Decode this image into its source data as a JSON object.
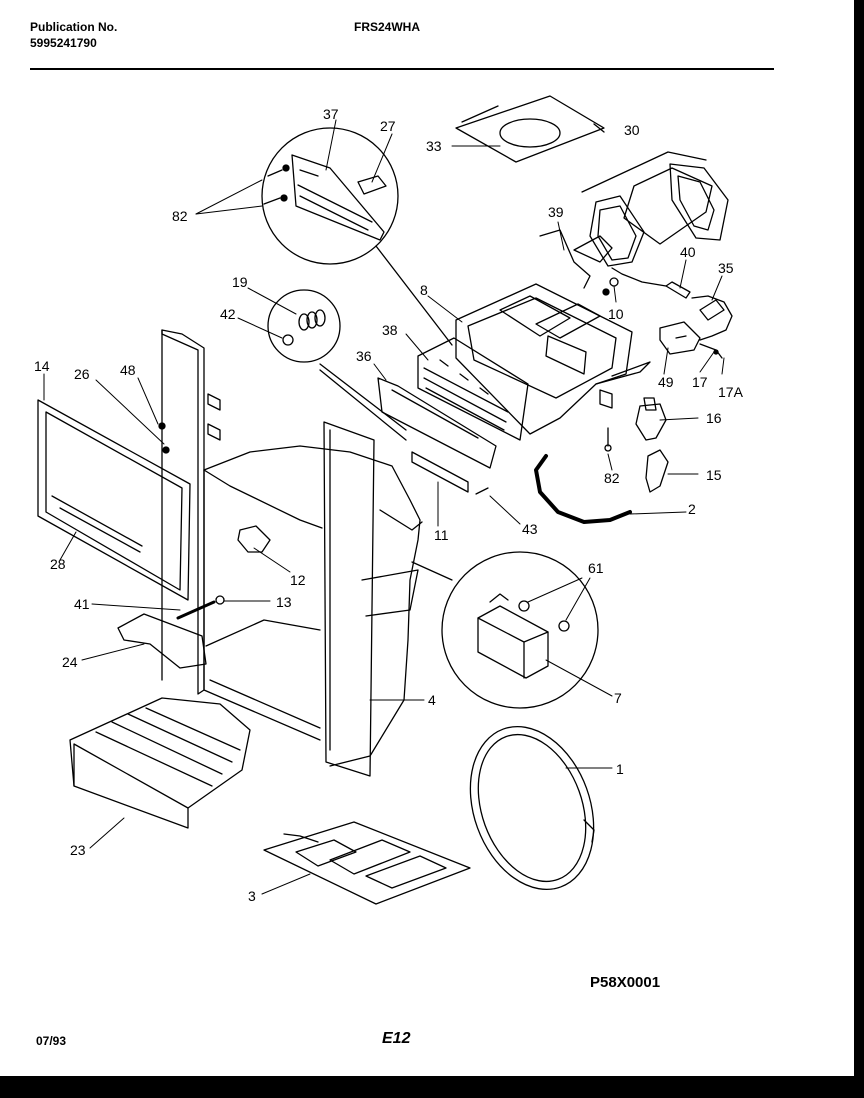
{
  "header": {
    "publication_label": "Publication No.",
    "publication_number": "5995241790",
    "model": "FRS24WHA"
  },
  "footer": {
    "date": "07/93",
    "page_code": "E12",
    "figure_code": "P58X0001"
  },
  "callouts": [
    "37",
    "27",
    "82",
    "33",
    "30",
    "39",
    "19",
    "42",
    "8",
    "38",
    "36",
    "40",
    "35",
    "10",
    "49",
    "17",
    "17A",
    "16",
    "15",
    "82",
    "14",
    "26",
    "48",
    "43",
    "2",
    "11",
    "28",
    "12",
    "41",
    "13",
    "61",
    "24",
    "4",
    "7",
    "1",
    "23",
    "3"
  ]
}
